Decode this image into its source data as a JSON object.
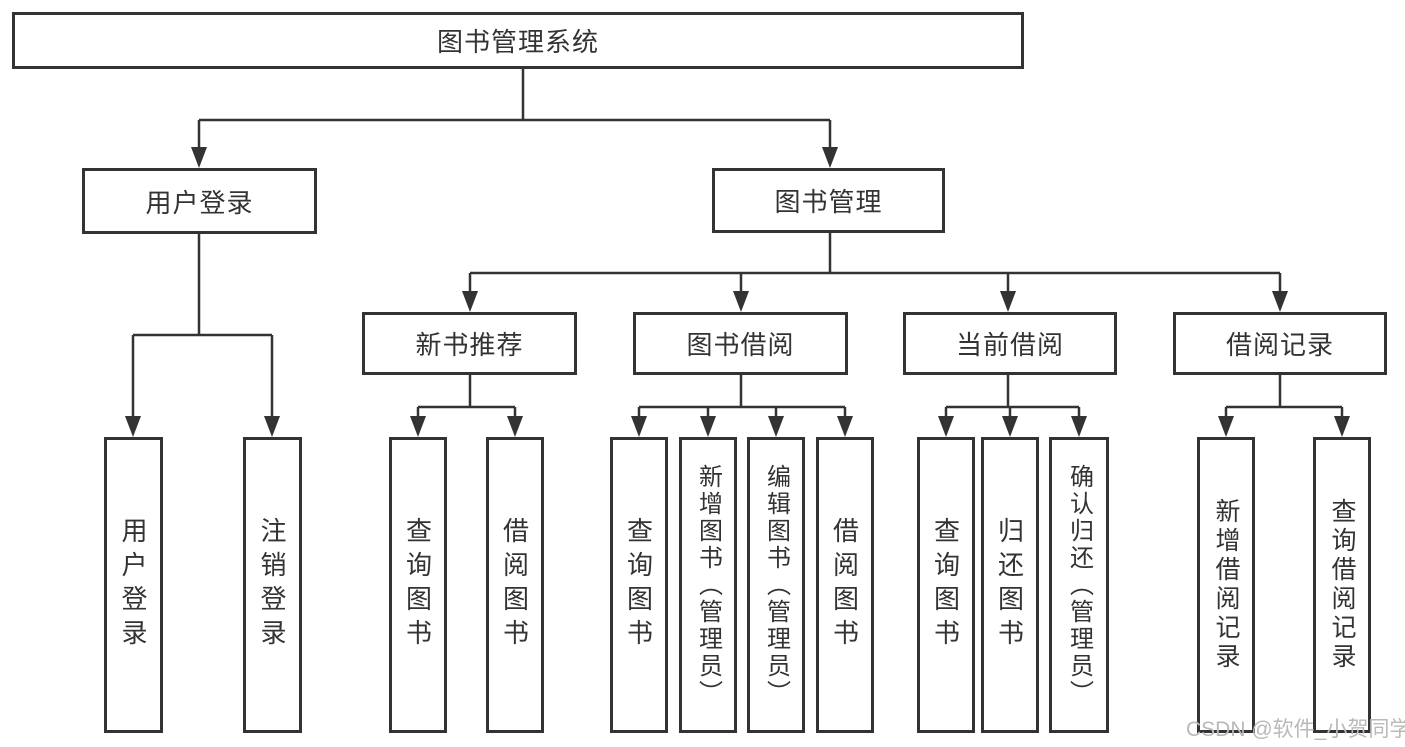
{
  "diagram": {
    "type": "hierarchy-tree",
    "watermark": "CSDN @软件_小贺同学",
    "colors": {
      "line": "#333333",
      "box_border": "#333333",
      "text": "#333333",
      "watermark_text": "#b9b9b9",
      "background": "#ffffff"
    }
  },
  "nodes": {
    "root": {
      "label": "图书管理系统"
    },
    "user_login": {
      "label": "用户登录"
    },
    "book_mgmt": {
      "label": "图书管理"
    },
    "new_book_rec": {
      "label": "新书推荐"
    },
    "book_borrow": {
      "label": "图书借阅"
    },
    "current_borrow": {
      "label": "当前借阅"
    },
    "borrow_record": {
      "label": "借阅记录"
    },
    "leaf_user_login": {
      "label": "用户登录"
    },
    "leaf_logout": {
      "label": "注销登录"
    },
    "leaf_query_book_a": {
      "label": "查询图书"
    },
    "leaf_borrow_book_a": {
      "label": "借阅图书"
    },
    "leaf_query_book_b": {
      "label": "查询图书"
    },
    "leaf_add_book": {
      "label": "新增图书（管理员）"
    },
    "leaf_edit_book": {
      "label": "编辑图书（管理员）"
    },
    "leaf_borrow_book_b": {
      "label": "借阅图书"
    },
    "leaf_query_book_c": {
      "label": "查询图书"
    },
    "leaf_return_book": {
      "label": "归还图书"
    },
    "leaf_confirm_return": {
      "label": "确认归还（管理员）"
    },
    "leaf_add_record": {
      "label": "新增借阅记录"
    },
    "leaf_query_record": {
      "label": "查询借阅记录"
    }
  },
  "tree": {
    "root": "图书管理系统",
    "children": [
      {
        "label": "用户登录",
        "children": [
          "用户登录",
          "注销登录"
        ]
      },
      {
        "label": "图书管理",
        "children": [
          {
            "label": "新书推荐",
            "children": [
              "查询图书",
              "借阅图书"
            ]
          },
          {
            "label": "图书借阅",
            "children": [
              "查询图书",
              "新增图书（管理员）",
              "编辑图书（管理员）",
              "借阅图书"
            ]
          },
          {
            "label": "当前借阅",
            "children": [
              "查询图书",
              "归还图书",
              "确认归还（管理员）"
            ]
          },
          {
            "label": "借阅记录",
            "children": [
              "新增借阅记录",
              "查询借阅记录"
            ]
          }
        ]
      }
    ]
  }
}
